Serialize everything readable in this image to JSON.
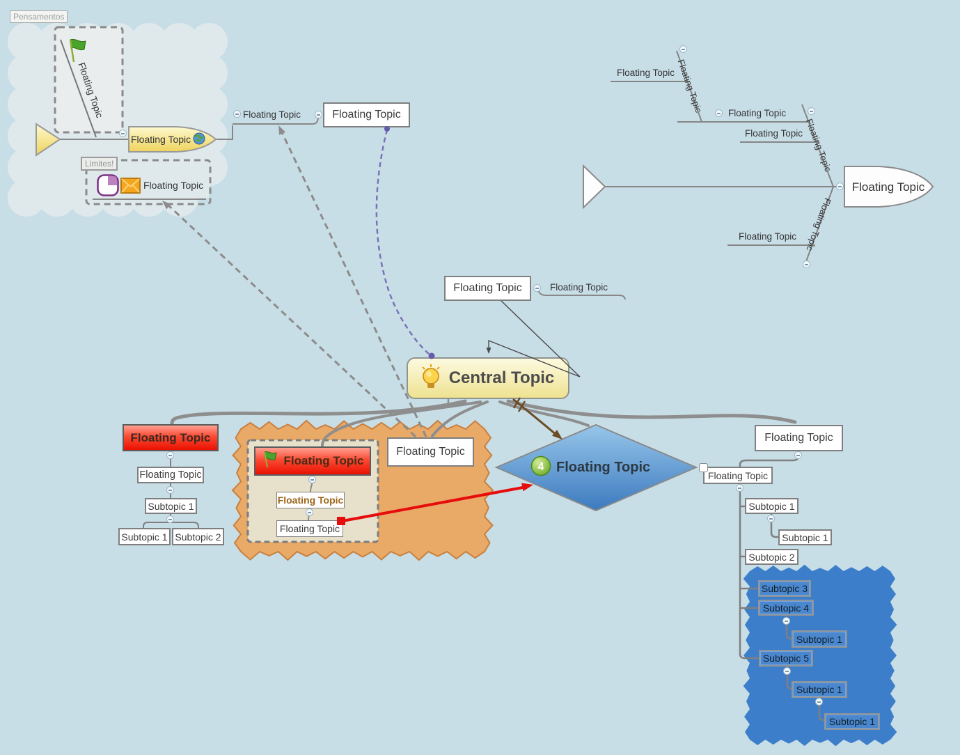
{
  "canvas": {
    "background": "#c8dee7"
  },
  "labels": {
    "pensamentos": "Pensamentos",
    "limites": "Limites!"
  },
  "cloud_group": {
    "flag_topic": "Floating Topic",
    "head_topic": "Floating Topic",
    "limits_topic": "Floating Topic"
  },
  "top_branch": {
    "line_topic": "Floating Topic",
    "boxed_topic": "Floating Topic"
  },
  "fishbone": {
    "head": "Floating Topic",
    "bone1": {
      "label": "Floating Topic",
      "sub": "Floating Topic"
    },
    "bone2": {
      "label": "Floating Topic",
      "sub1": "Floating Topic",
      "sub2": "Floating Topic"
    },
    "bone3": {
      "label": "Floating Topic",
      "sub": "Floating Topic"
    }
  },
  "mid_float": {
    "boxed": "Floating Topic",
    "line_child": "Floating Topic"
  },
  "central": {
    "label": "Central Topic"
  },
  "left_tree": {
    "root": "Floating Topic",
    "child": "Floating Topic",
    "sub": "Subtopic 1",
    "leaf1": "Subtopic 1",
    "leaf2": "Subtopic 2"
  },
  "orange_group": {
    "boxed": "Floating Topic",
    "flag_root": "Floating Topic",
    "child": "Floating Topic",
    "grandchild": "Floating Topic"
  },
  "diamond": {
    "label": "Floating Topic",
    "priority": "4"
  },
  "right_tree": {
    "root": "Floating Topic",
    "child": "Floating Topic",
    "s1": "Subtopic 1",
    "s1_1": "Subtopic 1",
    "s2": "Subtopic 2",
    "s3": "Subtopic 3",
    "s4": "Subtopic 4",
    "s4_1": "Subtopic 1",
    "s5": "Subtopic 5",
    "s5_1": "Subtopic 1",
    "s5_1_1": "Subtopic 1"
  },
  "colors": {
    "background": "#c8dee7",
    "central_fill": "#f3e89e",
    "red_topic": "#ee1402",
    "orange_boundary": "#e9a967",
    "blue_boundary": "#3d7ecb",
    "diamond_blue": "#4f8cc8",
    "relationship_red": "#e60d0d",
    "relationship_purple": "#7a72b8",
    "arrow_brown": "#6b4c27"
  }
}
